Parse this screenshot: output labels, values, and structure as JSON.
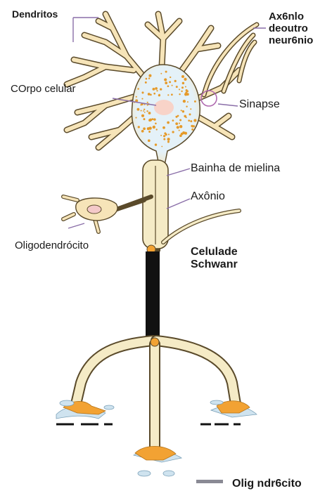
{
  "diagram": {
    "labels": {
      "dendritos": "Dendritos",
      "axonio_outro": "Ax6nlo\ndeoutro\nneur6nio",
      "corpo": "COrpo celular",
      "sinapse": "Sinapse",
      "bainha": "Bainha de mielina",
      "axonio": "Axônio",
      "oligo": "Oligodendrócito",
      "celulade": "Celulade\nSchwanr",
      "bottom": "Olig ndr6cito"
    },
    "colors": {
      "dendrite_fill": "#f6e4b8",
      "dendrite_outline": "#5a4a2a",
      "granule": "#e59a2a",
      "soma_center": "#e4f1f8",
      "nucleus": "#f8d3c8",
      "myelin": "#f5ebc6",
      "axon_black": "#111111",
      "terminal_orange": "#f2a233",
      "terminal_blue": "#cfe3ef",
      "oligo_nucleus": "#f4c9c9",
      "synapse_ring": "#b06ab0",
      "legend_swatch": "#8a8a94",
      "leader_line": "#8a6ea8"
    }
  }
}
